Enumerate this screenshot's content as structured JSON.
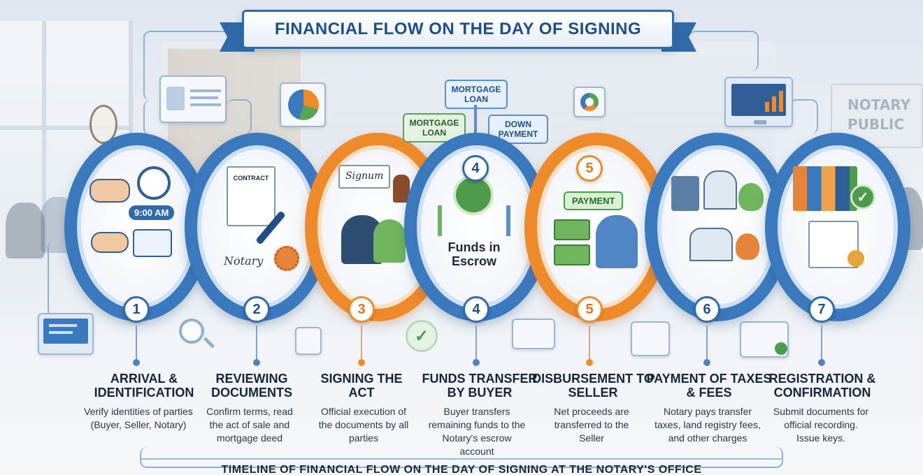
{
  "title": "FINANCIAL FLOW ON THE DAY OF SIGNING",
  "background": {
    "notary_sign": "NOTARY PUBLIC"
  },
  "colors": {
    "primary_blue": "#3b79bf",
    "accent_orange": "#ef8a2b",
    "green": "#4d9b4b"
  },
  "steps": [
    {
      "number": "1",
      "ring_color": "blue",
      "title": "ARRIVAL & IDENTIFICATION",
      "desc": "Verify identities of parties (Buyer, Seller, Notary)",
      "badge": "9:00 AM",
      "icons": [
        "handshake-icon",
        "clock-icon",
        "id-badge-icon"
      ]
    },
    {
      "number": "2",
      "ring_color": "blue",
      "title": "REVIEWING DOCUMENTS",
      "desc": "Confirm terms, read the act of sale and mortgage deed",
      "doc_label": "CONTRACT",
      "doc_script": "Notary",
      "icons": [
        "contract-icon",
        "pen-icon",
        "seal-icon"
      ]
    },
    {
      "number": "3",
      "ring_color": "orange",
      "title": "SIGNING THE ACT",
      "desc": "Official execution of the documents by all parties",
      "signature": "Signum",
      "icons": [
        "signature-icon",
        "stamp-icon",
        "people-icon"
      ]
    },
    {
      "number": "4",
      "ring_color": "blue",
      "title": "FUNDS TRANSFER BY BUYER",
      "desc": "Buyer transfers remaining funds to the Notary's escrow account",
      "center_text": "Funds in Escrow",
      "inputs": [
        "MORTGAGE LOAN",
        "MORTGAGE LOAN",
        "DOWN PAYMENT"
      ],
      "icons": [
        "bank-icon",
        "arrow-up-icon"
      ]
    },
    {
      "number": "5",
      "ring_color": "orange",
      "title": "DISBURSEMENT TO SELLER",
      "desc": "Net proceeds are transferred to the Seller",
      "badge": "PAYMENT",
      "icons": [
        "cash-icon",
        "seller-icon"
      ]
    },
    {
      "number": "6",
      "ring_color": "blue",
      "title": "PAYMENT OF TAXES & FEES",
      "desc": "Notary pays transfer taxes, land registry fees, and other charges",
      "icons": [
        "calculator-icon",
        "government-building-icon",
        "money-bag-icon"
      ]
    },
    {
      "number": "7",
      "ring_color": "blue",
      "title": "REGISTRATION & CONFIRMATION",
      "desc": "Submit documents for official recording. Issue keys.",
      "icons": [
        "binders-icon",
        "check-icon",
        "certificate-icon"
      ]
    }
  ],
  "footer": "TIMELINE OF FINANCIAL FLOW ON THE DAY OF SIGNING AT THE NOTARY'S OFFICE"
}
